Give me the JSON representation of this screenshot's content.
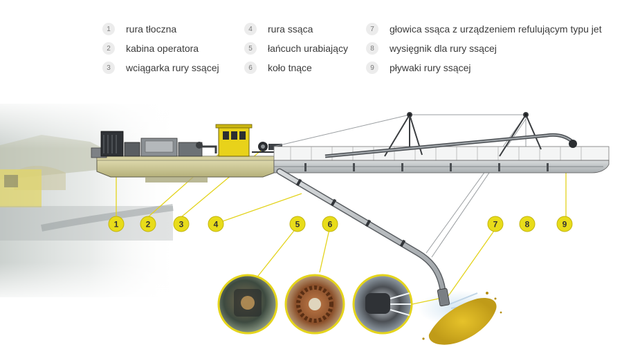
{
  "legend": [
    {
      "num": "1",
      "label": "rura tłoczna"
    },
    {
      "num": "2",
      "label": "kabina operatora"
    },
    {
      "num": "3",
      "label": "wciągarka rury ssącej"
    },
    {
      "num": "4",
      "label": "rura ssąca"
    },
    {
      "num": "5",
      "label": "łańcuch urabiający"
    },
    {
      "num": "6",
      "label": "koło tnące"
    },
    {
      "num": "7",
      "label": "głowica ssąca z urządzeniem refulującym typu jet"
    },
    {
      "num": "8",
      "label": "wysięgnik dla rury ssącej"
    },
    {
      "num": "9",
      "label": "pływaki rury ssącej"
    }
  ],
  "badges": [
    "1",
    "2",
    "3",
    "4",
    "5",
    "6",
    "7",
    "8",
    "9"
  ],
  "colors": {
    "accent": "#e8dc1a",
    "hull": "#c9c38a",
    "ink": "#2a2a2a",
    "legend_badge": "#ececec"
  }
}
